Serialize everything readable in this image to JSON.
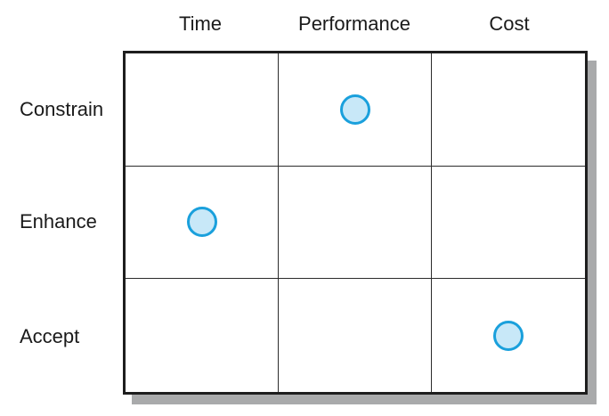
{
  "columns": [
    "Time",
    "Performance",
    "Cost"
  ],
  "rows": [
    "Constrain",
    "Enhance",
    "Accept"
  ],
  "selections": [
    {
      "row": "Constrain",
      "column": "Performance"
    },
    {
      "row": "Enhance",
      "column": "Time"
    },
    {
      "row": "Accept",
      "column": "Cost"
    }
  ],
  "colors": {
    "marker_fill": "#c8e8f8",
    "marker_stroke": "#1aa0dc",
    "grid_line": "#1e1e1e",
    "shadow": "#a9aaab"
  }
}
